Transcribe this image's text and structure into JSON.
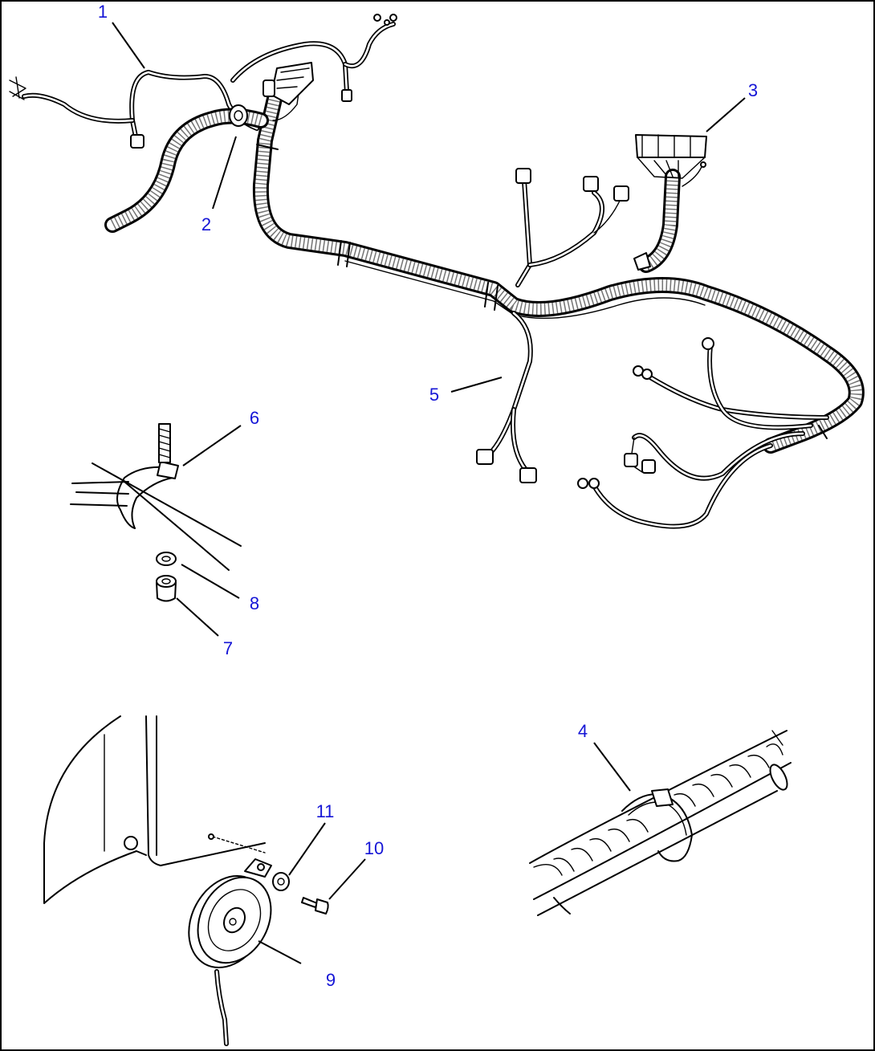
{
  "callouts": [
    {
      "id": "1",
      "label": "1"
    },
    {
      "id": "2",
      "label": "2"
    },
    {
      "id": "3",
      "label": "3"
    },
    {
      "id": "4",
      "label": "4"
    },
    {
      "id": "5",
      "label": "5"
    },
    {
      "id": "6",
      "label": "6"
    },
    {
      "id": "7",
      "label": "7"
    },
    {
      "id": "8",
      "label": "8"
    },
    {
      "id": "9",
      "label": "9"
    },
    {
      "id": "10",
      "label": "10"
    },
    {
      "id": "11",
      "label": "11"
    }
  ],
  "colors": {
    "callout_text": "#1515d6",
    "line": "#000000",
    "background": "#ffffff"
  }
}
